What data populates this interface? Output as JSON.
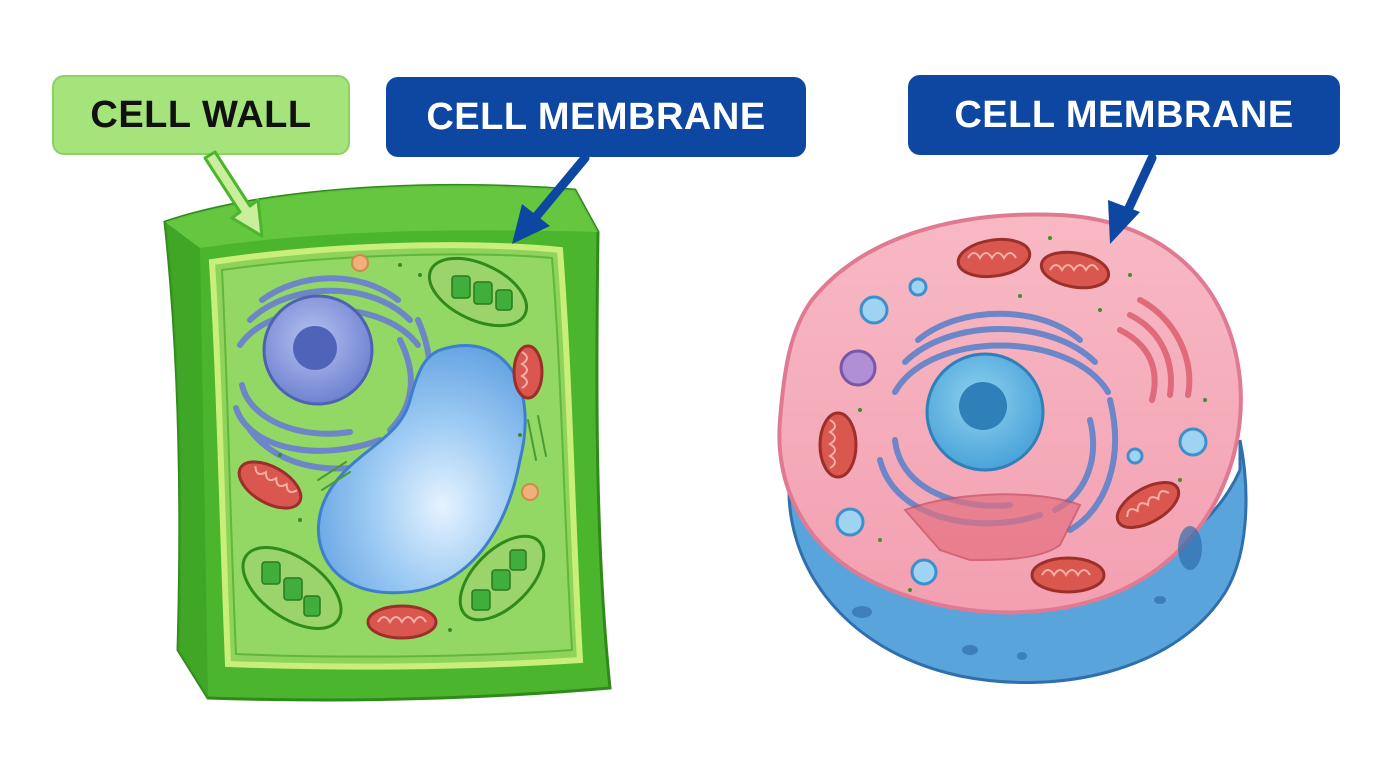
{
  "labels": {
    "cell_wall": "CELL WALL",
    "plant_membrane": "CELL MEMBRANE",
    "animal_membrane": "CELL MEMBRANE"
  },
  "colors": {
    "wall_green": "#4cb52e",
    "cytoplasm_green": "#8fd35c",
    "label_green": "#a5e37b",
    "label_blue": "#0d47a1",
    "vacuole_blue": "#7ab6ee",
    "nucleus_purple": "#7d8fd6",
    "animal_pink": "#f4a9b6",
    "animal_blue": "#5aa4dc",
    "mitochondria_red": "#d9574f",
    "chloroplast_green": "#3fae3a"
  }
}
